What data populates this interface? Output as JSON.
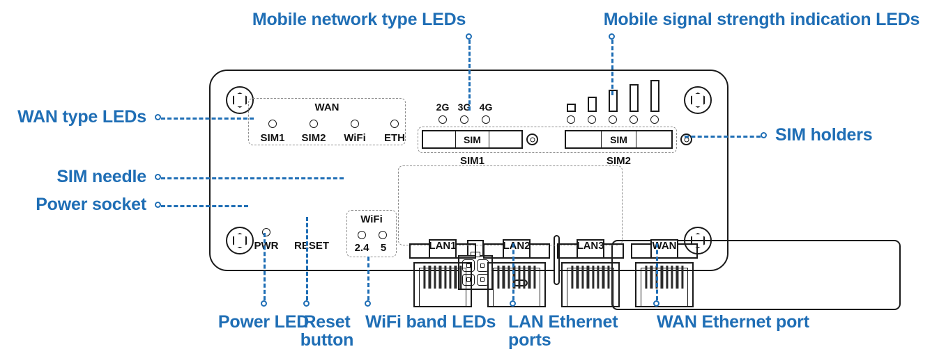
{
  "diagram": {
    "title": "Router front panel callout diagram",
    "accent_color": "#1f6eb5",
    "line_color": "#1a1a1a",
    "group_box_color": "#8d8d8d"
  },
  "annotations": [
    {
      "id": "wan-type-leds",
      "label": "WAN type LEDs"
    },
    {
      "id": "sim-needle",
      "label": "SIM needle"
    },
    {
      "id": "power-socket",
      "label": "Power socket"
    },
    {
      "id": "mobile-network-type",
      "label": "Mobile network type LEDs"
    },
    {
      "id": "mobile-signal",
      "label": "Mobile signal strength indication LEDs"
    },
    {
      "id": "sim-holders",
      "label": "SIM holders"
    },
    {
      "id": "power-led",
      "label": "Power LED"
    },
    {
      "id": "reset-button",
      "label": "Reset\nbutton"
    },
    {
      "id": "wifi-band-leds",
      "label": "WiFi band LEDs"
    },
    {
      "id": "lan-ethernet-ports",
      "label": "LAN Ethernet\nports"
    },
    {
      "id": "wan-ethernet-port",
      "label": "WAN Ethernet port"
    }
  ],
  "panel": {
    "wan_led_group": {
      "title": "WAN",
      "leds": [
        {
          "label": "SIM1"
        },
        {
          "label": "SIM2"
        },
        {
          "label": "WiFi"
        },
        {
          "label": "ETH"
        }
      ]
    },
    "network_type_leds": [
      {
        "label": "2G"
      },
      {
        "label": "3G"
      },
      {
        "label": "4G"
      }
    ],
    "signal_strength_leds": {
      "count": 5,
      "bar_heights": [
        12,
        22,
        32,
        40,
        46
      ]
    },
    "sim_holders": [
      {
        "label": "SIM1",
        "tray_text": "SIM"
      },
      {
        "label": "SIM2",
        "tray_text": "SIM"
      }
    ],
    "wifi_band_group": {
      "title": "WiFi",
      "leds": [
        {
          "label": "2.4"
        },
        {
          "label": "5"
        }
      ]
    },
    "power_led_label": "PWR",
    "reset_label": "RESET",
    "ethernet_ports": [
      {
        "label": "LAN1"
      },
      {
        "label": "LAN2"
      },
      {
        "label": "LAN3"
      },
      {
        "label": "WAN"
      }
    ]
  }
}
